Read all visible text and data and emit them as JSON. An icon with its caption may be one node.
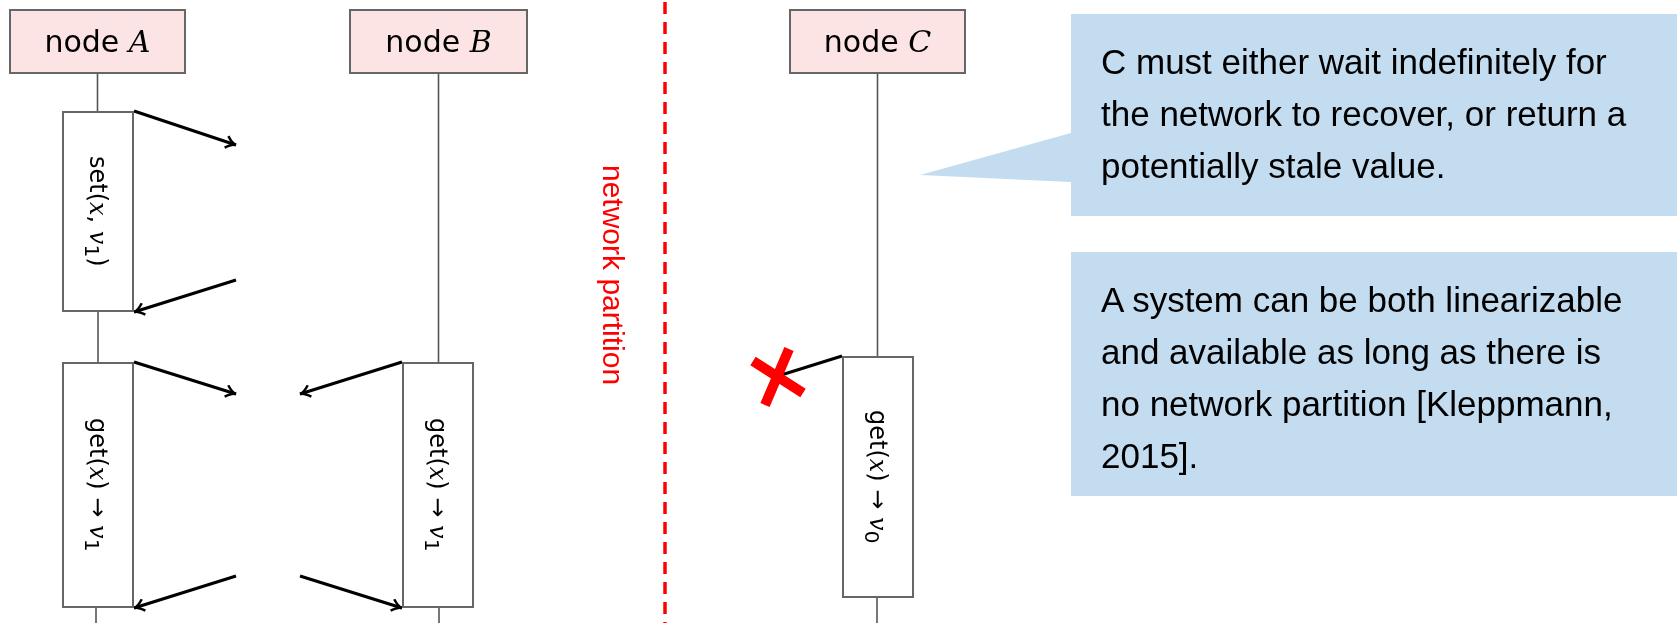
{
  "diagram": {
    "nodes": [
      {
        "text": [
          "node *A*"
        ]
      },
      {
        "text": [
          "node *B*"
        ]
      },
      {
        "text": [
          "node *C*"
        ]
      },
      {
        "text": [
          "set(*x*, *v*$_{1}$)"
        ]
      },
      {
        "text": [
          "get(*x*) → *v*$_{1}$"
        ]
      },
      {
        "text": [
          "get(*x*) → *v*$_{1}$"
        ]
      },
      {
        "text": [
          "get(*x*) → *v*$_{0}$"
        ]
      },
      {
        "text": [
          "C must either wait indefinitely for the network to recover, or return a potentially stale value."
        ]
      },
      {
        "text": [
          "A system can be both linearizable and available as long as there is no network partition [Kleppmann, 2015]."
        ]
      }
    ],
    "edges": [
      {
        "from": 0,
        "to": 3,
        "arrow": "none",
        "color": "#555555"
      },
      {
        "from": 3,
        "to": null,
        "arrow": "to"
      },
      {
        "from": null,
        "to": 3,
        "arrow": "to"
      },
      {
        "from": 3,
        "to": 4,
        "arrow": "none",
        "color": "#555555"
      },
      {
        "from": 4,
        "to": null,
        "arrow": "to"
      },
      {
        "from": null,
        "to": 4,
        "arrow": "to"
      },
      {
        "from": 1,
        "to": 5,
        "arrow": "none",
        "color": "#555555"
      },
      {
        "from": 5,
        "to": null,
        "arrow": "to"
      },
      {
        "from": null,
        "to": 5,
        "arrow": "to"
      },
      {
        "from": 2,
        "to": 6,
        "arrow": "none",
        "color": "#555555"
      },
      {
        "from": 6,
        "to": null,
        "arrow": "other"
      }
    ],
    "labels": [
      "network partition"
    ]
  }
}
